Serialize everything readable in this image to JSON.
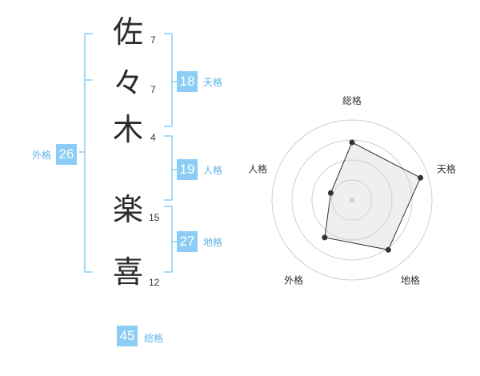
{
  "name": {
    "chars": [
      {
        "char": "佐",
        "strokes": "7"
      },
      {
        "char": "々",
        "strokes": "7"
      },
      {
        "char": "木",
        "strokes": "4"
      },
      {
        "char": "楽",
        "strokes": "15"
      },
      {
        "char": "喜",
        "strokes": "12"
      }
    ]
  },
  "kakusu": {
    "tenkaku": {
      "value": "18",
      "label": "天格"
    },
    "jinkaku": {
      "value": "19",
      "label": "人格"
    },
    "chikaku": {
      "value": "27",
      "label": "地格"
    },
    "gaikaku": {
      "value": "26",
      "label": "外格"
    },
    "soukaku": {
      "value": "45",
      "label": "総格"
    }
  },
  "colors": {
    "accent": "#8ccdf5",
    "bracket": "#8ccdf5",
    "label": "#5fb4e8",
    "kanji": "#2b2b2b"
  },
  "chart_data": {
    "type": "radar",
    "axes": [
      {
        "label": "総格",
        "value": 0.72
      },
      {
        "label": "天格",
        "value": 0.9
      },
      {
        "label": "地格",
        "value": 0.77
      },
      {
        "label": "外格",
        "value": 0.58
      },
      {
        "label": "人格",
        "value": 0.28
      }
    ],
    "rings": 4,
    "range": [
      0,
      1
    ]
  }
}
